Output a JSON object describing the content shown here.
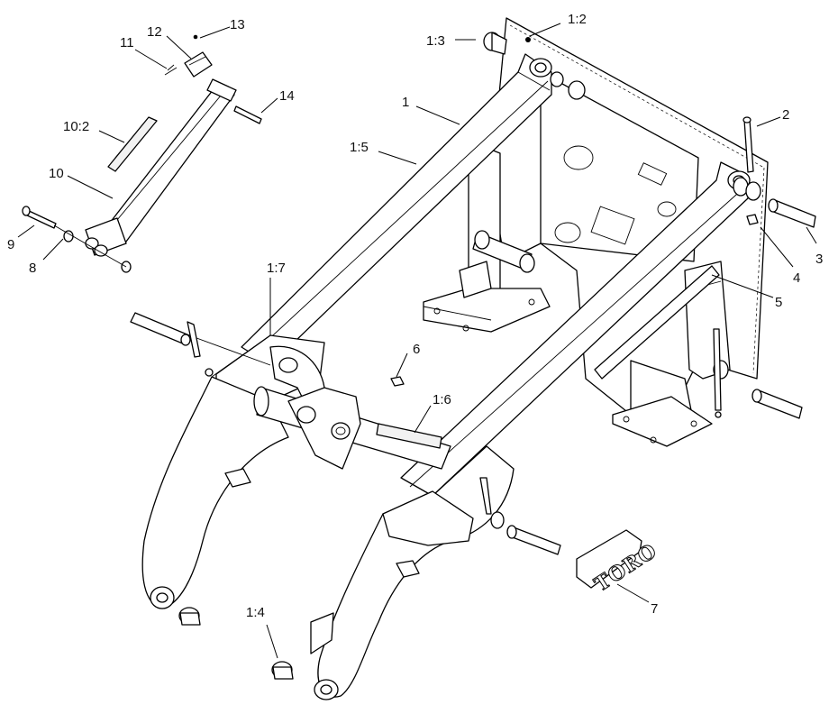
{
  "labels": [
    {
      "text": "1"
    },
    {
      "text": "1:2"
    },
    {
      "text": "1:3"
    },
    {
      "text": "1:4"
    },
    {
      "text": "1:5"
    },
    {
      "text": "1:6"
    },
    {
      "text": "1:7"
    },
    {
      "text": "2"
    },
    {
      "text": "3"
    },
    {
      "text": "4"
    },
    {
      "text": "5"
    },
    {
      "text": "6"
    },
    {
      "text": "7"
    },
    {
      "text": "8"
    },
    {
      "text": "9"
    },
    {
      "text": "10"
    },
    {
      "text": "10:2"
    },
    {
      "text": "11"
    },
    {
      "text": "12"
    },
    {
      "text": "13"
    },
    {
      "text": "14"
    }
  ],
  "decal": {
    "logo_text": "TORO"
  }
}
